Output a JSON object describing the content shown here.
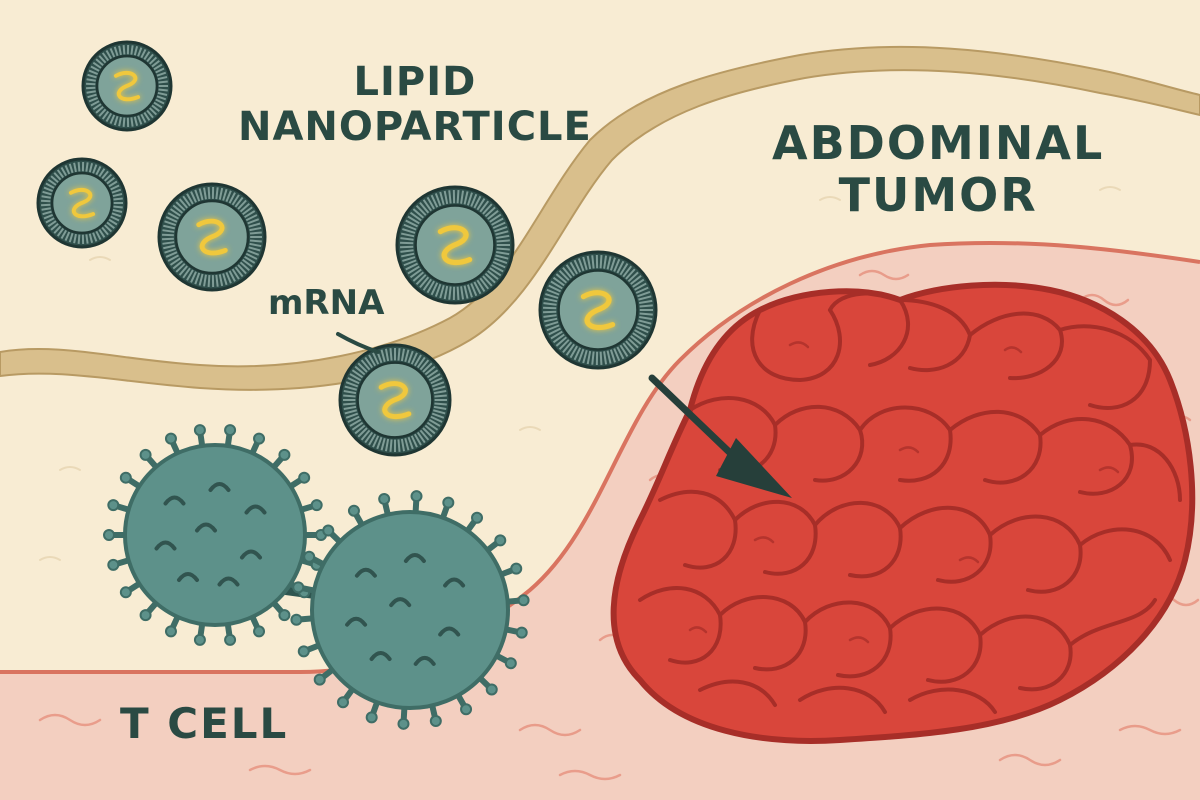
{
  "labels": {
    "lipid_nanoparticle_line1": "LIPID",
    "lipid_nanoparticle_line2": "NANOPARTICLE",
    "mrna": "mRNA",
    "abdominal_tumor_line1": "ABDOMINAL",
    "abdominal_tumor_line2": "TUMOR",
    "t_cell": "T CELL"
  },
  "colors": {
    "background": "#f8ecd3",
    "vessel_wall": "#d9bf8c",
    "tissue": "#f3cfc0",
    "nanoparticle_shell": "#2f4f4b",
    "nanoparticle_core": "#7fa39a",
    "mrna_strand": "#f0c83c",
    "t_cell": "#5d918a",
    "tumor": "#d9463b",
    "tumor_outline": "#a72e28",
    "text": "#2a4a43"
  },
  "icons": [
    "lipid-nanoparticle-icon",
    "mrna-strand-icon",
    "t-cell-icon",
    "tumor-mass-icon",
    "delivery-arrow-icon"
  ]
}
